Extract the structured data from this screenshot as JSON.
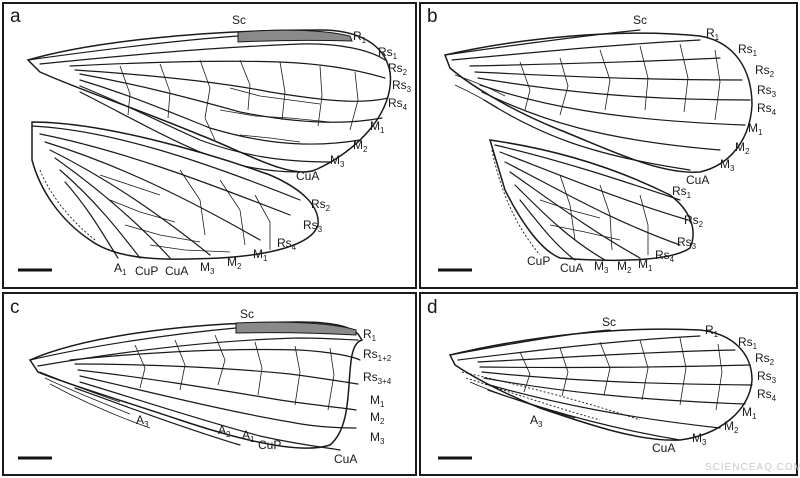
{
  "panels": [
    {
      "letter": "a",
      "labels": [
        {
          "t": "Sc"
        },
        {
          "t": "R",
          "s": "1"
        },
        {
          "t": "Rs",
          "s": "1"
        },
        {
          "t": "Rs",
          "s": "2"
        },
        {
          "t": "Rs",
          "s": "3"
        },
        {
          "t": "Rs",
          "s": "4"
        },
        {
          "t": "M",
          "s": "1"
        },
        {
          "t": "M",
          "s": "2"
        },
        {
          "t": "M",
          "s": "3"
        },
        {
          "t": "CuA"
        },
        {
          "t": "Rs",
          "s": "2"
        },
        {
          "t": "Rs",
          "s": "3"
        },
        {
          "t": "Rs",
          "s": "4"
        },
        {
          "t": "M",
          "s": "1"
        },
        {
          "t": "M",
          "s": "2"
        },
        {
          "t": "M",
          "s": "3"
        },
        {
          "t": "CuA"
        },
        {
          "t": "CuP"
        },
        {
          "t": "A",
          "s": "1"
        }
      ]
    },
    {
      "letter": "b",
      "labels": [
        {
          "t": "Sc"
        },
        {
          "t": "R",
          "s": "1"
        },
        {
          "t": "Rs",
          "s": "1"
        },
        {
          "t": "Rs",
          "s": "2"
        },
        {
          "t": "Rs",
          "s": "3"
        },
        {
          "t": "Rs",
          "s": "4"
        },
        {
          "t": "M",
          "s": "1"
        },
        {
          "t": "M",
          "s": "2"
        },
        {
          "t": "M",
          "s": "3"
        },
        {
          "t": "CuA"
        },
        {
          "t": "Rs",
          "s": "1"
        },
        {
          "t": "Rs",
          "s": "2"
        },
        {
          "t": "Rs",
          "s": "3"
        },
        {
          "t": "Rs",
          "s": "4"
        },
        {
          "t": "M",
          "s": "1"
        },
        {
          "t": "M",
          "s": "2"
        },
        {
          "t": "M",
          "s": "3"
        },
        {
          "t": "CuA"
        },
        {
          "t": "CuP"
        }
      ]
    },
    {
      "letter": "c",
      "labels": [
        {
          "t": "Sc"
        },
        {
          "t": "R",
          "s": "1"
        },
        {
          "t": "Rs",
          "s": "1+2"
        },
        {
          "t": "Rs",
          "s": "3+4"
        },
        {
          "t": "M",
          "s": "1"
        },
        {
          "t": "M",
          "s": "2"
        },
        {
          "t": "M",
          "s": "3"
        },
        {
          "t": "CuA"
        },
        {
          "t": "CuP"
        },
        {
          "t": "A",
          "s": "1"
        },
        {
          "t": "A",
          "s": "2"
        },
        {
          "t": "A",
          "s": "3"
        }
      ]
    },
    {
      "letter": "d",
      "labels": [
        {
          "t": "Sc"
        },
        {
          "t": "R",
          "s": "1"
        },
        {
          "t": "Rs",
          "s": "1"
        },
        {
          "t": "Rs",
          "s": "2"
        },
        {
          "t": "Rs",
          "s": "3"
        },
        {
          "t": "Rs",
          "s": "4"
        },
        {
          "t": "M",
          "s": "1"
        },
        {
          "t": "M",
          "s": "2"
        },
        {
          "t": "M",
          "s": "3"
        },
        {
          "t": "CuA"
        },
        {
          "t": "A",
          "s": "3"
        }
      ]
    }
  ],
  "watermark": "SCIENCEAQ.COM"
}
